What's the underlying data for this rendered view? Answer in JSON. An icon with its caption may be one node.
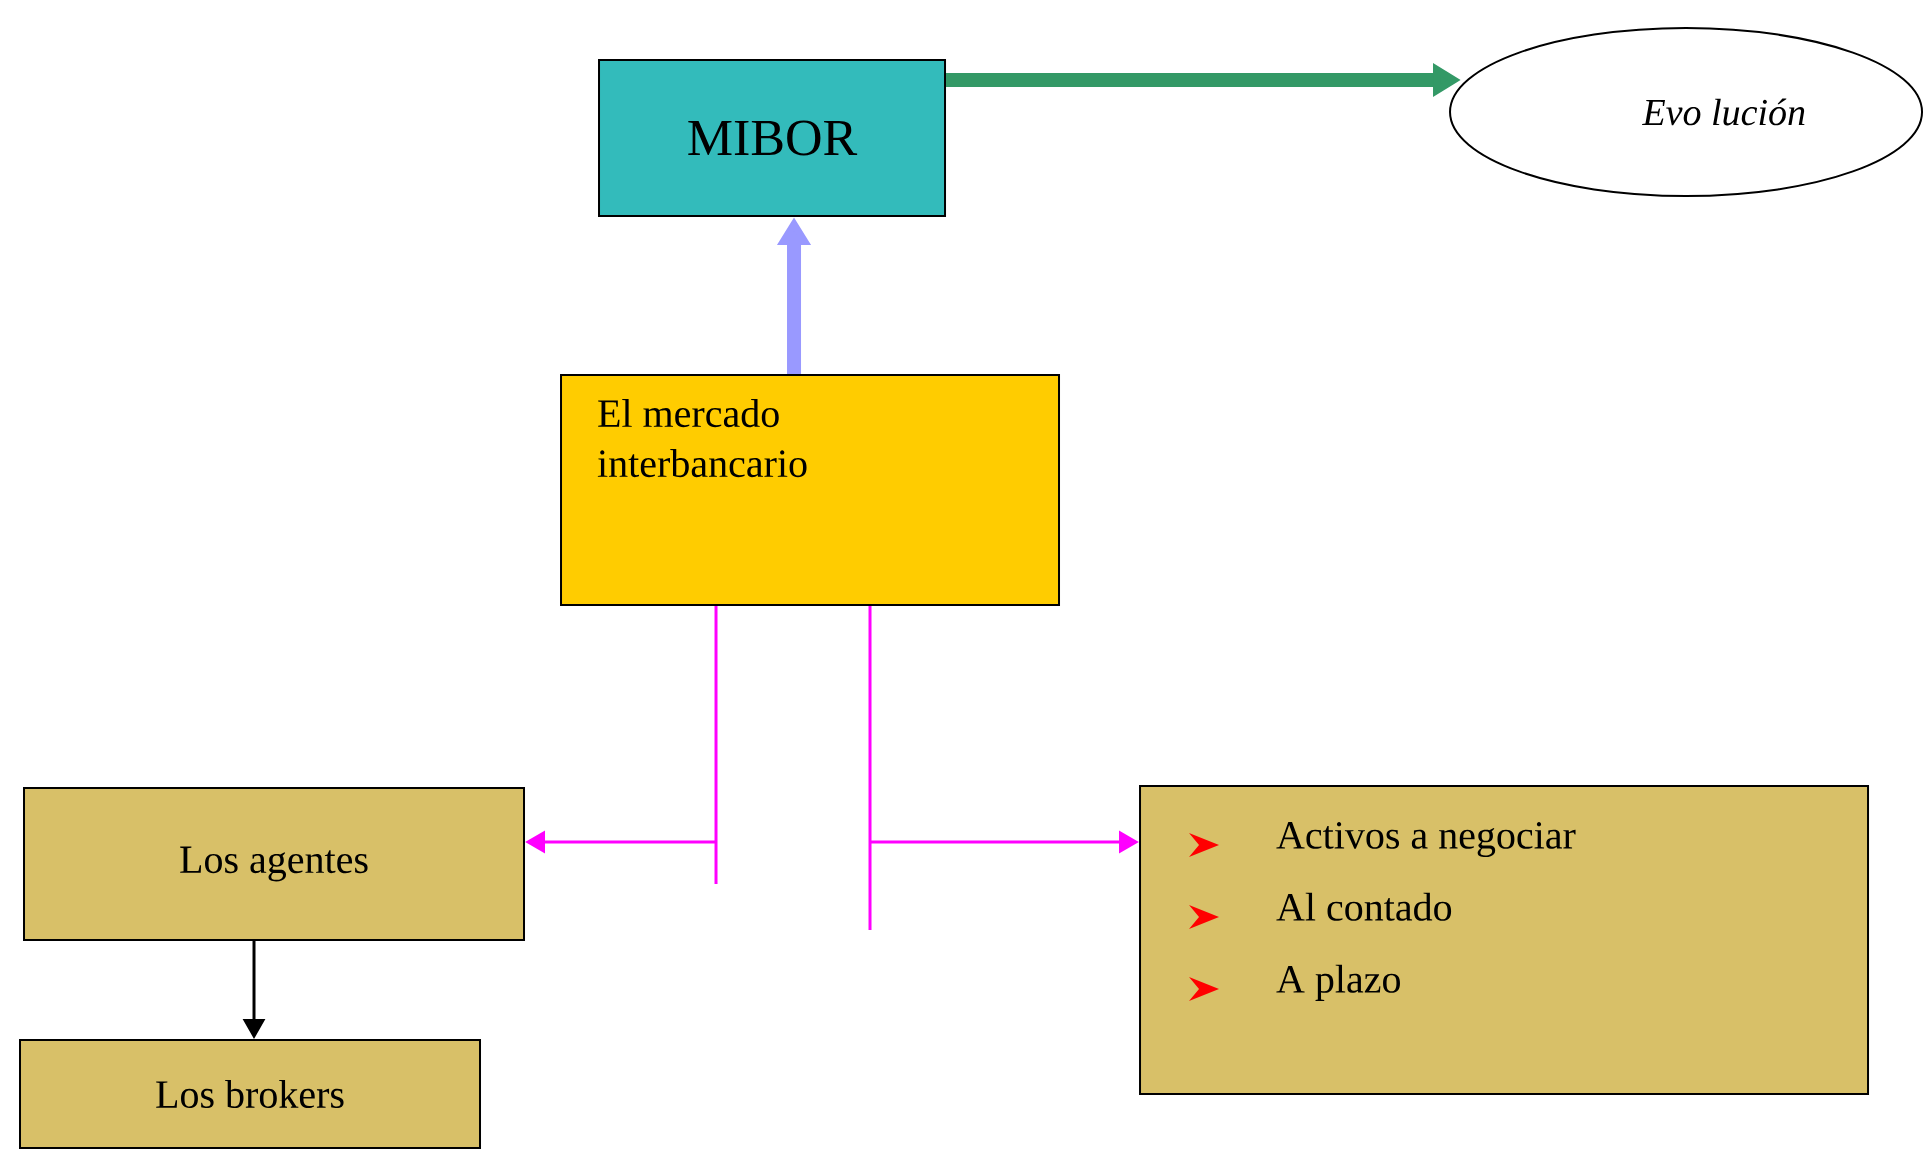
{
  "diagram": {
    "nodes": [
      {
        "text": [
          "MIBOR"
        ]
      },
      {
        "text": [
          "Evo lución"
        ]
      },
      {
        "text": [
          "El mercado interbancario"
        ]
      },
      {
        "text": [
          "Los agentes"
        ]
      },
      {
        "text": [
          "Activos a negociar",
          "Al contado",
          "A plazo"
        ]
      },
      {
        "text": [
          "Los brokers"
        ]
      }
    ],
    "edges": [
      {
        "from": 0,
        "to": 1,
        "arrow": "to",
        "style": "thick",
        "color": "#339966"
      },
      {
        "from": 2,
        "to": 0,
        "arrow": "to",
        "style": "thick",
        "color": "#9999ff"
      },
      {
        "from": 2,
        "to": 3,
        "arrow": "to",
        "color": "#ff00ff"
      },
      {
        "from": 2,
        "to": 4,
        "arrow": "to",
        "color": "#ff00ff"
      },
      {
        "from": 3,
        "to": 5,
        "arrow": "to",
        "color": "#000000"
      }
    ]
  }
}
